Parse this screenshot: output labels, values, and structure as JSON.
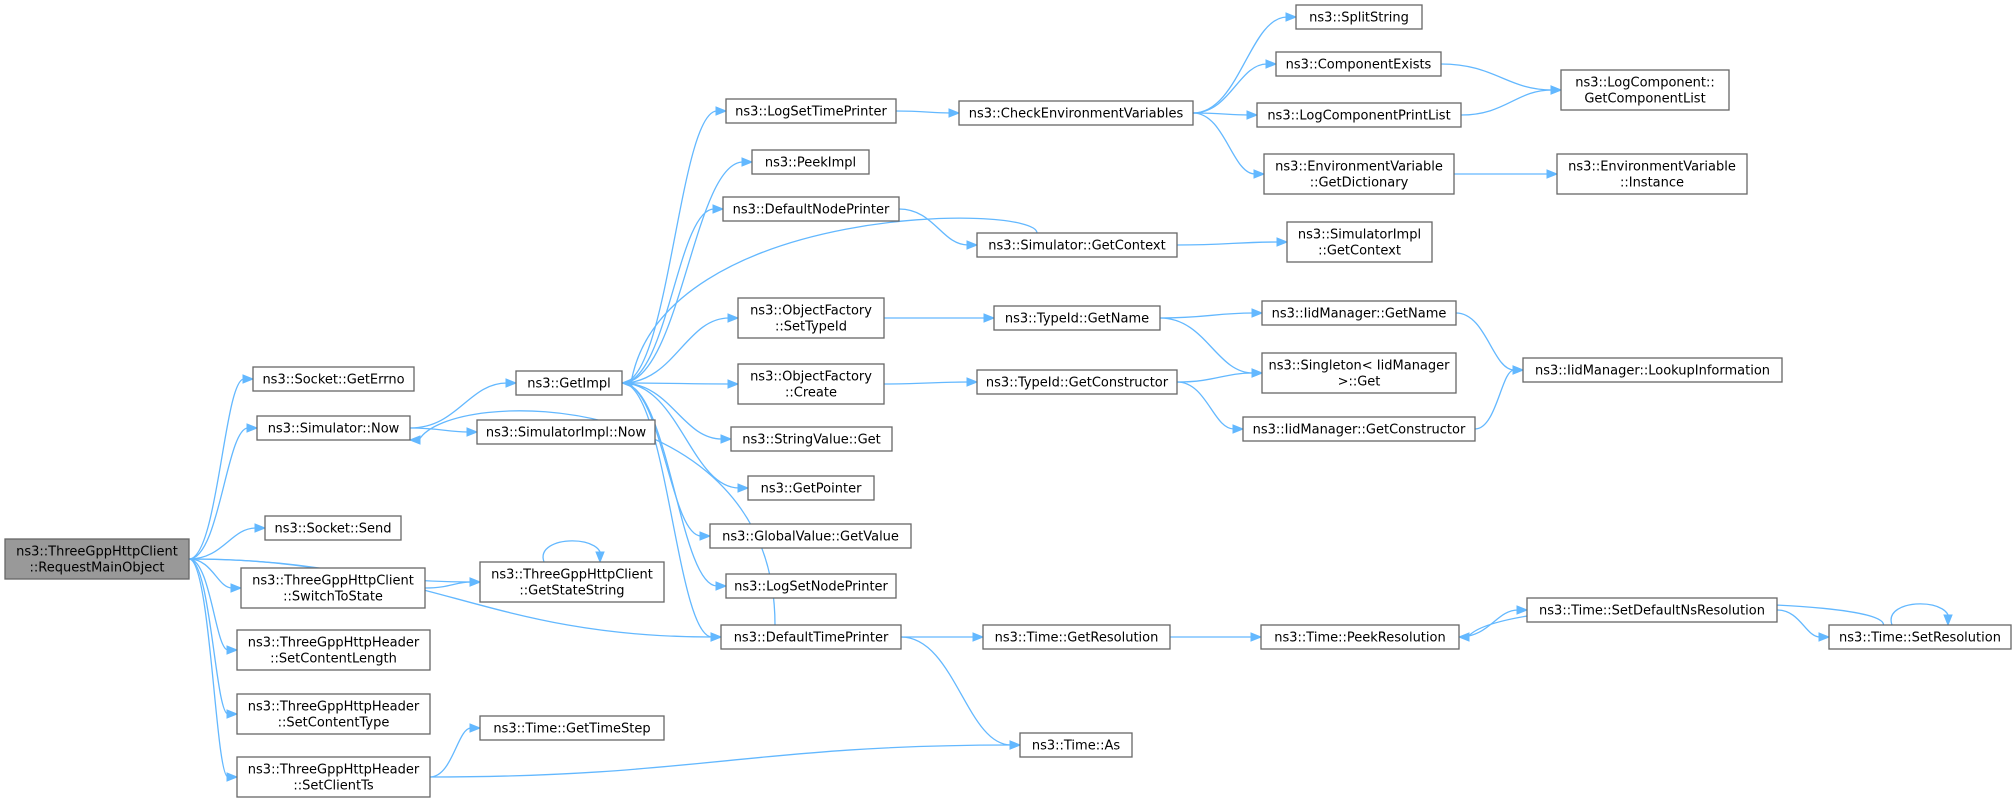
{
  "graph": {
    "title": "",
    "colors": {
      "edge": "#63b8ff",
      "node_border": "#666666",
      "root_fill": "#999999",
      "node_fill": "#ffffff"
    },
    "nodes": [
      {
        "id": "root",
        "lines": [
          "ns3::ThreeGppHttpClient",
          "::RequestMainObject"
        ]
      },
      {
        "id": "sock_errno",
        "lines": [
          "ns3::Socket::GetErrno"
        ]
      },
      {
        "id": "sim_now",
        "lines": [
          "ns3::Simulator::Now"
        ]
      },
      {
        "id": "sock_send",
        "lines": [
          "ns3::Socket::Send"
        ]
      },
      {
        "id": "switch_state",
        "lines": [
          "ns3::ThreeGppHttpClient",
          "::SwitchToState"
        ]
      },
      {
        "id": "set_content_length",
        "lines": [
          "ns3::ThreeGppHttpHeader",
          "::SetContentLength"
        ]
      },
      {
        "id": "set_content_type",
        "lines": [
          "ns3::ThreeGppHttpHeader",
          "::SetContentType"
        ]
      },
      {
        "id": "set_client_ts",
        "lines": [
          "ns3::ThreeGppHttpHeader",
          "::SetClientTs"
        ]
      },
      {
        "id": "get_impl",
        "lines": [
          "ns3::GetImpl"
        ]
      },
      {
        "id": "simimpl_now",
        "lines": [
          "ns3::SimulatorImpl::Now"
        ]
      },
      {
        "id": "get_state_string",
        "lines": [
          "ns3::ThreeGppHttpClient",
          "::GetStateString"
        ]
      },
      {
        "id": "get_time_step",
        "lines": [
          "ns3::Time::GetTimeStep"
        ]
      },
      {
        "id": "log_set_time_printer",
        "lines": [
          "ns3::LogSetTimePrinter"
        ]
      },
      {
        "id": "peek_impl",
        "lines": [
          "ns3::PeekImpl"
        ]
      },
      {
        "id": "default_node_printer",
        "lines": [
          "ns3::DefaultNodePrinter"
        ]
      },
      {
        "id": "of_set_type_id",
        "lines": [
          "ns3::ObjectFactory",
          "::SetTypeId"
        ]
      },
      {
        "id": "of_create",
        "lines": [
          "ns3::ObjectFactory",
          "::Create"
        ]
      },
      {
        "id": "string_value_get",
        "lines": [
          "ns3::StringValue::Get"
        ]
      },
      {
        "id": "get_pointer",
        "lines": [
          "ns3::GetPointer"
        ]
      },
      {
        "id": "global_value_get_value",
        "lines": [
          "ns3::GlobalValue::GetValue"
        ]
      },
      {
        "id": "log_set_node_printer",
        "lines": [
          "ns3::LogSetNodePrinter"
        ]
      },
      {
        "id": "default_time_printer",
        "lines": [
          "ns3::DefaultTimePrinter"
        ]
      },
      {
        "id": "check_env_vars",
        "lines": [
          "ns3::CheckEnvironmentVariables"
        ]
      },
      {
        "id": "sim_get_context",
        "lines": [
          "ns3::Simulator::GetContext"
        ]
      },
      {
        "id": "typeid_get_name",
        "lines": [
          "ns3::TypeId::GetName"
        ]
      },
      {
        "id": "typeid_get_constructor",
        "lines": [
          "ns3::TypeId::GetConstructor"
        ]
      },
      {
        "id": "time_get_resolution",
        "lines": [
          "ns3::Time::GetResolution"
        ]
      },
      {
        "id": "time_as",
        "lines": [
          "ns3::Time::As"
        ]
      },
      {
        "id": "split_string",
        "lines": [
          "ns3::SplitString"
        ]
      },
      {
        "id": "component_exists",
        "lines": [
          "ns3::ComponentExists"
        ]
      },
      {
        "id": "log_component_print_list",
        "lines": [
          "ns3::LogComponentPrintList"
        ]
      },
      {
        "id": "env_var_get_dictionary",
        "lines": [
          "ns3::EnvironmentVariable",
          "::GetDictionary"
        ]
      },
      {
        "id": "simimpl_get_context",
        "lines": [
          "ns3::SimulatorImpl",
          "::GetContext"
        ]
      },
      {
        "id": "iid_get_name",
        "lines": [
          "ns3::IidManager::GetName"
        ]
      },
      {
        "id": "singleton_get",
        "lines": [
          "ns3::Singleton< IidManager",
          ">::Get"
        ]
      },
      {
        "id": "iid_get_constructor",
        "lines": [
          "ns3::IidManager::GetConstructor"
        ]
      },
      {
        "id": "time_peek_resolution",
        "lines": [
          "ns3::Time::PeekResolution"
        ]
      },
      {
        "id": "log_component_get_list",
        "lines": [
          "ns3::LogComponent::",
          "GetComponentList"
        ]
      },
      {
        "id": "env_var_instance",
        "lines": [
          "ns3::EnvironmentVariable",
          "::Instance"
        ]
      },
      {
        "id": "iid_lookup_information",
        "lines": [
          "ns3::IidManager::LookupInformation"
        ]
      },
      {
        "id": "time_set_default_ns_resolution",
        "lines": [
          "ns3::Time::SetDefaultNsResolution"
        ]
      },
      {
        "id": "time_set_resolution",
        "lines": [
          "ns3::Time::SetResolution"
        ]
      }
    ],
    "edges": [
      [
        "root",
        "sock_errno"
      ],
      [
        "root",
        "sim_now"
      ],
      [
        "root",
        "sock_send"
      ],
      [
        "root",
        "switch_state"
      ],
      [
        "root",
        "set_content_length"
      ],
      [
        "root",
        "set_content_type"
      ],
      [
        "root",
        "set_client_ts"
      ],
      [
        "root",
        "get_state_string"
      ],
      [
        "root",
        "default_time_printer"
      ],
      [
        "sim_now",
        "get_impl"
      ],
      [
        "sim_now",
        "simimpl_now"
      ],
      [
        "switch_state",
        "get_state_string"
      ],
      [
        "get_state_string",
        "get_state_string"
      ],
      [
        "set_client_ts",
        "get_time_step"
      ],
      [
        "set_client_ts",
        "time_as"
      ],
      [
        "get_impl",
        "log_set_time_printer"
      ],
      [
        "get_impl",
        "peek_impl"
      ],
      [
        "get_impl",
        "default_node_printer"
      ],
      [
        "get_impl",
        "of_set_type_id"
      ],
      [
        "get_impl",
        "of_create"
      ],
      [
        "get_impl",
        "string_value_get"
      ],
      [
        "get_impl",
        "get_pointer"
      ],
      [
        "get_impl",
        "global_value_get_value"
      ],
      [
        "get_impl",
        "log_set_node_printer"
      ],
      [
        "get_impl",
        "default_time_printer"
      ],
      [
        "log_set_time_printer",
        "check_env_vars"
      ],
      [
        "default_node_printer",
        "sim_get_context"
      ],
      [
        "sim_get_context",
        "get_impl"
      ],
      [
        "sim_get_context",
        "simimpl_get_context"
      ],
      [
        "of_set_type_id",
        "typeid_get_name"
      ],
      [
        "of_create",
        "typeid_get_constructor"
      ],
      [
        "default_time_printer",
        "sim_now"
      ],
      [
        "default_time_printer",
        "time_get_resolution"
      ],
      [
        "default_time_printer",
        "time_as"
      ],
      [
        "check_env_vars",
        "split_string"
      ],
      [
        "check_env_vars",
        "component_exists"
      ],
      [
        "check_env_vars",
        "log_component_print_list"
      ],
      [
        "check_env_vars",
        "env_var_get_dictionary"
      ],
      [
        "component_exists",
        "log_component_get_list"
      ],
      [
        "log_component_print_list",
        "log_component_get_list"
      ],
      [
        "env_var_get_dictionary",
        "env_var_instance"
      ],
      [
        "typeid_get_name",
        "iid_get_name"
      ],
      [
        "typeid_get_name",
        "singleton_get"
      ],
      [
        "typeid_get_constructor",
        "singleton_get"
      ],
      [
        "typeid_get_constructor",
        "iid_get_constructor"
      ],
      [
        "iid_get_name",
        "iid_lookup_information"
      ],
      [
        "iid_get_constructor",
        "iid_lookup_information"
      ],
      [
        "time_get_resolution",
        "time_peek_resolution"
      ],
      [
        "time_peek_resolution",
        "time_set_default_ns_resolution"
      ],
      [
        "time_set_default_ns_resolution",
        "time_set_resolution"
      ],
      [
        "time_set_resolution",
        "time_peek_resolution"
      ],
      [
        "time_set_resolution",
        "time_set_resolution"
      ]
    ]
  }
}
